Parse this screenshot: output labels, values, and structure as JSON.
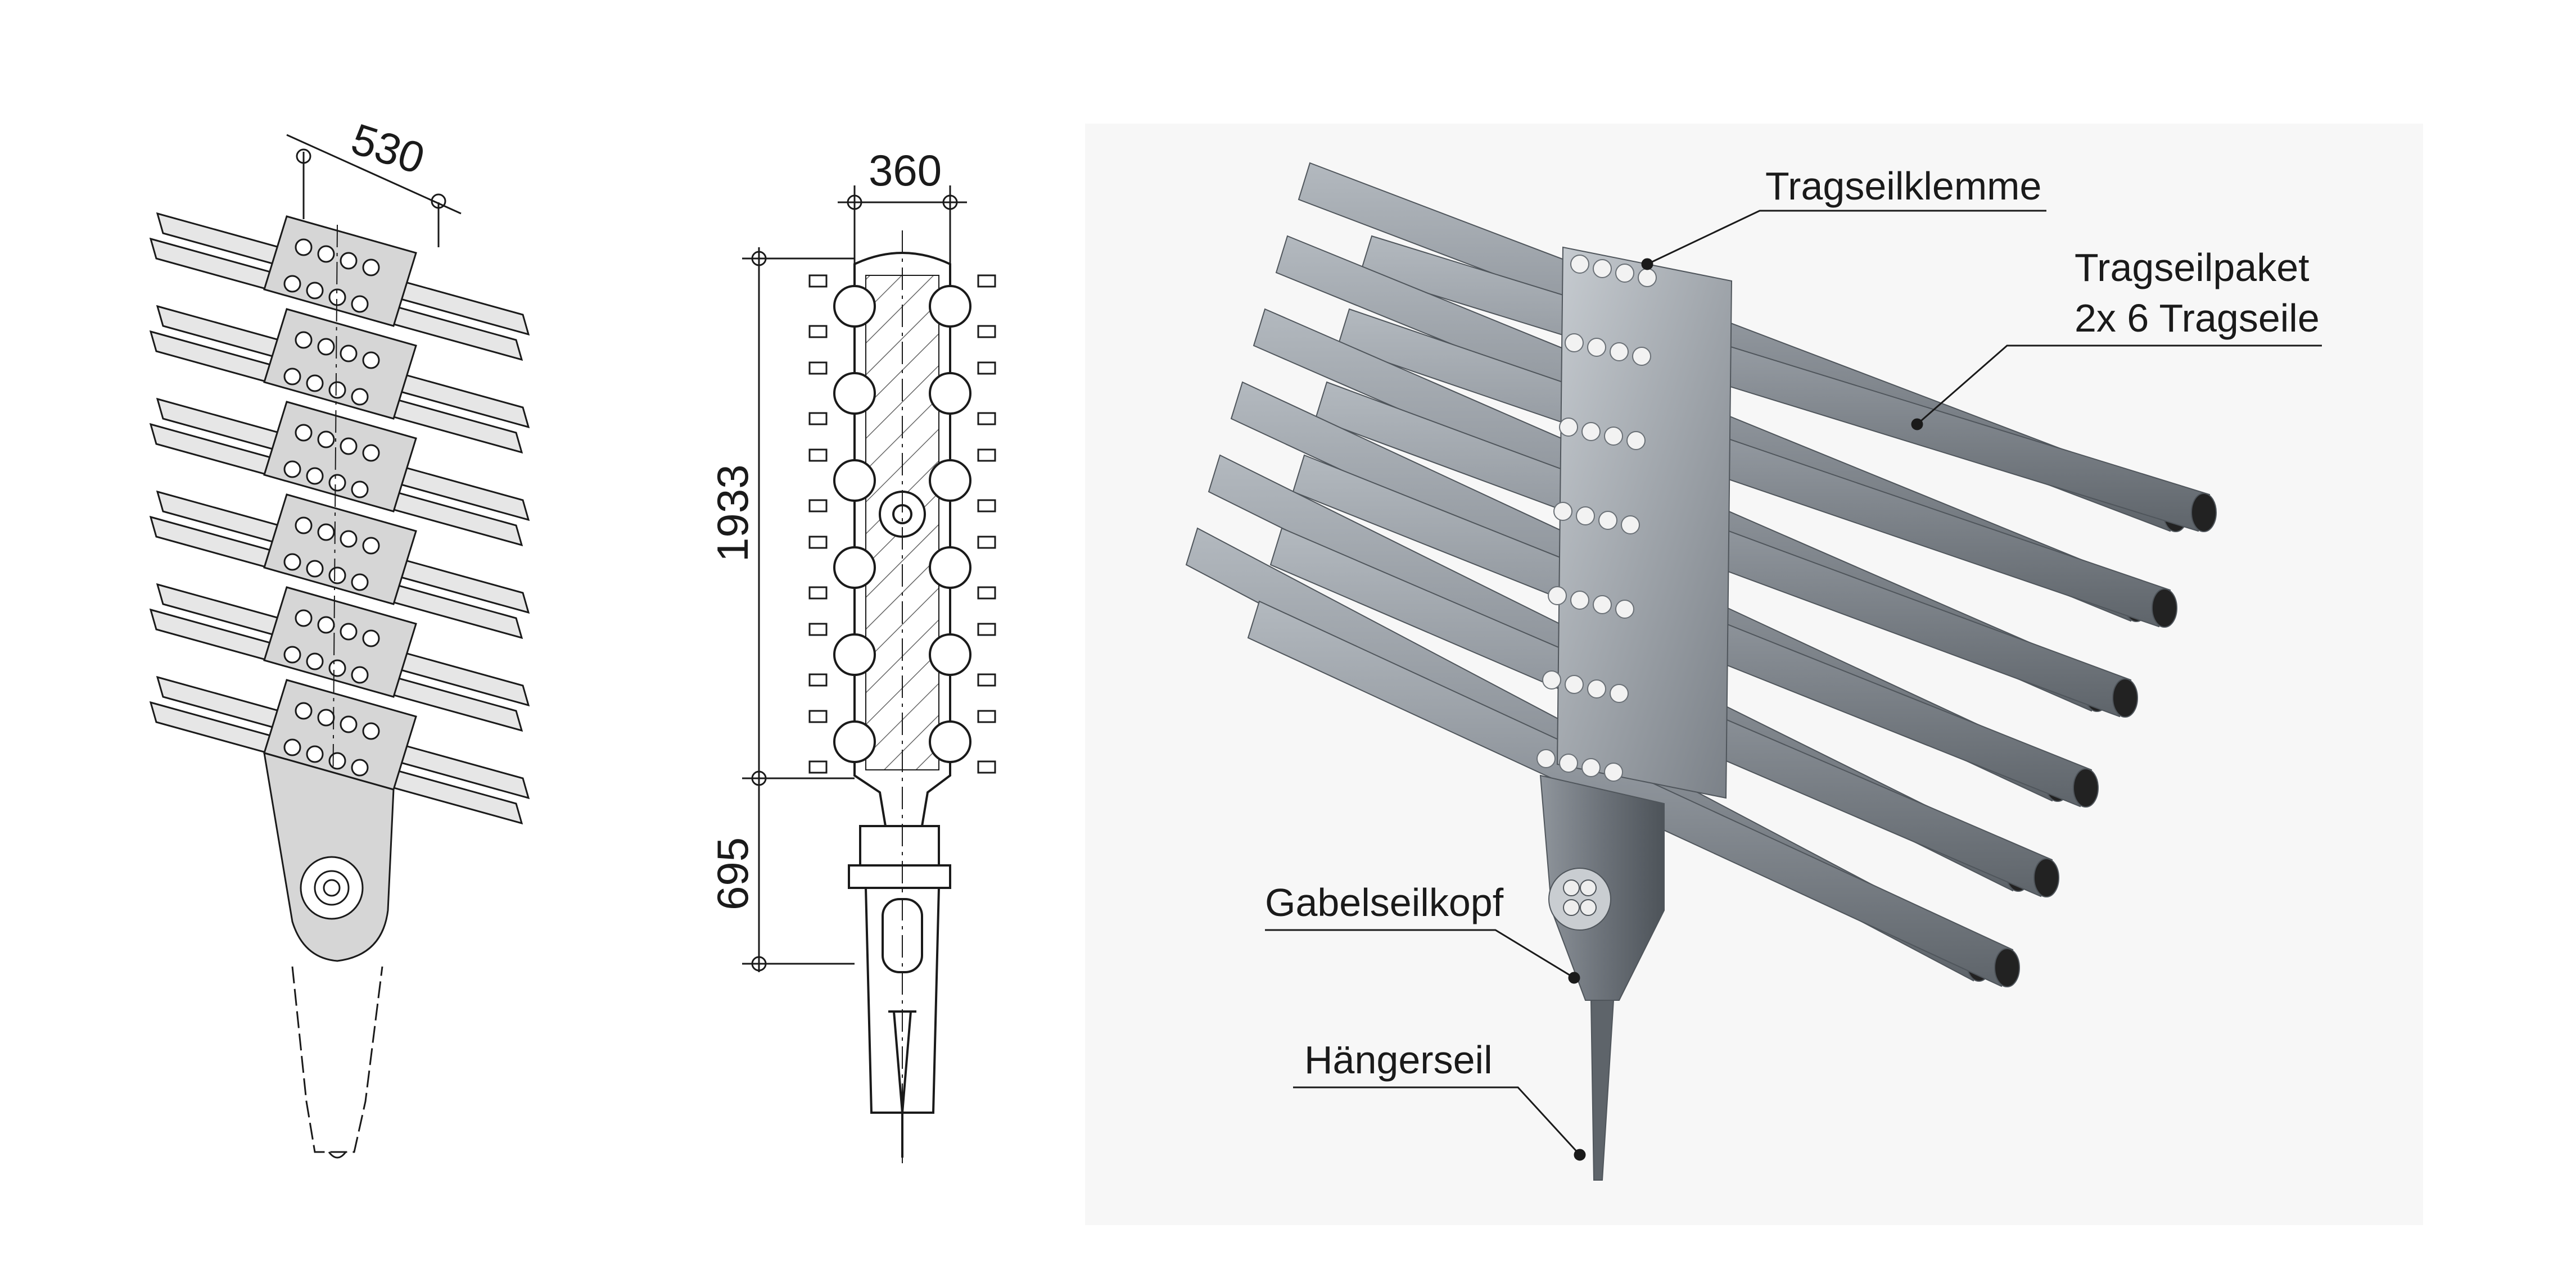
{
  "dimensions": {
    "width_530": "530",
    "width_360": "360",
    "height_1933": "1933",
    "height_695": "695"
  },
  "callouts": {
    "tragseilklemme": "Tragseilklemme",
    "tragseilpaket_line1": "Tragseilpaket",
    "tragseilpaket_line2": "2x 6 Tragseile",
    "gabelseilkopf": "Gabelseilkopf",
    "haengerseil": "Hängerseil"
  },
  "colors": {
    "line": "#1a1a1a",
    "rope_light": "#e6e6e6",
    "rope_mid": "#c9c9c9",
    "clamp_light": "#d6d6d6",
    "steel_dark": "#6f757c",
    "steel_mid": "#8f959c",
    "steel_light": "#b9bec3",
    "render_bg": "#f4f4f4"
  }
}
